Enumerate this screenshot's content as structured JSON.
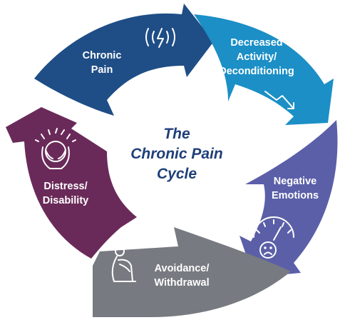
{
  "title": {
    "line1": "The",
    "line2": "Chronic Pain",
    "line3": "Cycle"
  },
  "segments": [
    {
      "id": "chronic-pain",
      "lines": [
        "Chronic",
        "Pain"
      ],
      "color": "#1f4e86",
      "icon": "pain-pulse-icon"
    },
    {
      "id": "decreased-activity",
      "lines": [
        "Decreased",
        "Activity/",
        "Deconditioning"
      ],
      "color": "#1b8fc6",
      "icon": "trend-down-icon"
    },
    {
      "id": "negative-emotions",
      "lines": [
        "Negative",
        "Emotions"
      ],
      "color": "#5b5fa8",
      "icon": "sad-gauge-icon"
    },
    {
      "id": "avoidance-withdrawal",
      "lines": [
        "Avoidance/",
        "Withdrawal"
      ],
      "color": "#777a80",
      "icon": "sitting-person-icon"
    },
    {
      "id": "distress-disability",
      "lines": [
        "Distress/",
        "Disability"
      ],
      "color": "#6a2a59",
      "icon": "head-in-hands-icon"
    }
  ]
}
